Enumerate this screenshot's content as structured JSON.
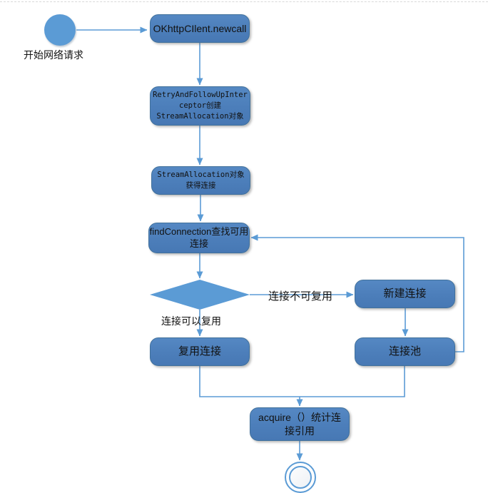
{
  "diagram": {
    "start": {
      "label": "开始网络请求"
    },
    "nodes": {
      "newcall": {
        "label": "OKhttpCIlent.newcall"
      },
      "retry": {
        "lines": [
          "RetryAndFollowUpInter",
          "ceptor创建",
          "StreamAllocation对象"
        ]
      },
      "stream": {
        "lines": [
          "StreamAllocation对象",
          "获得连接"
        ]
      },
      "find": {
        "lines": [
          "findConnection查找可用",
          "连接"
        ]
      },
      "new_conn": {
        "label": "新建连接"
      },
      "pool": {
        "label": "连接池"
      },
      "reuse": {
        "label": "复用连接"
      },
      "acquire": {
        "lines": [
          "acquire（）统计连",
          "接引用"
        ]
      }
    },
    "edge_labels": {
      "not_reusable": "连接不可复用",
      "reusable": "连接可以复用"
    },
    "colors": {
      "node_fill": "#4E80BC",
      "node_border": "#41719C",
      "shape_fill": "#5B9BD5",
      "connector": "#5B9BD5",
      "text": "#111111",
      "page_break_line": "#d8d8d8"
    }
  }
}
